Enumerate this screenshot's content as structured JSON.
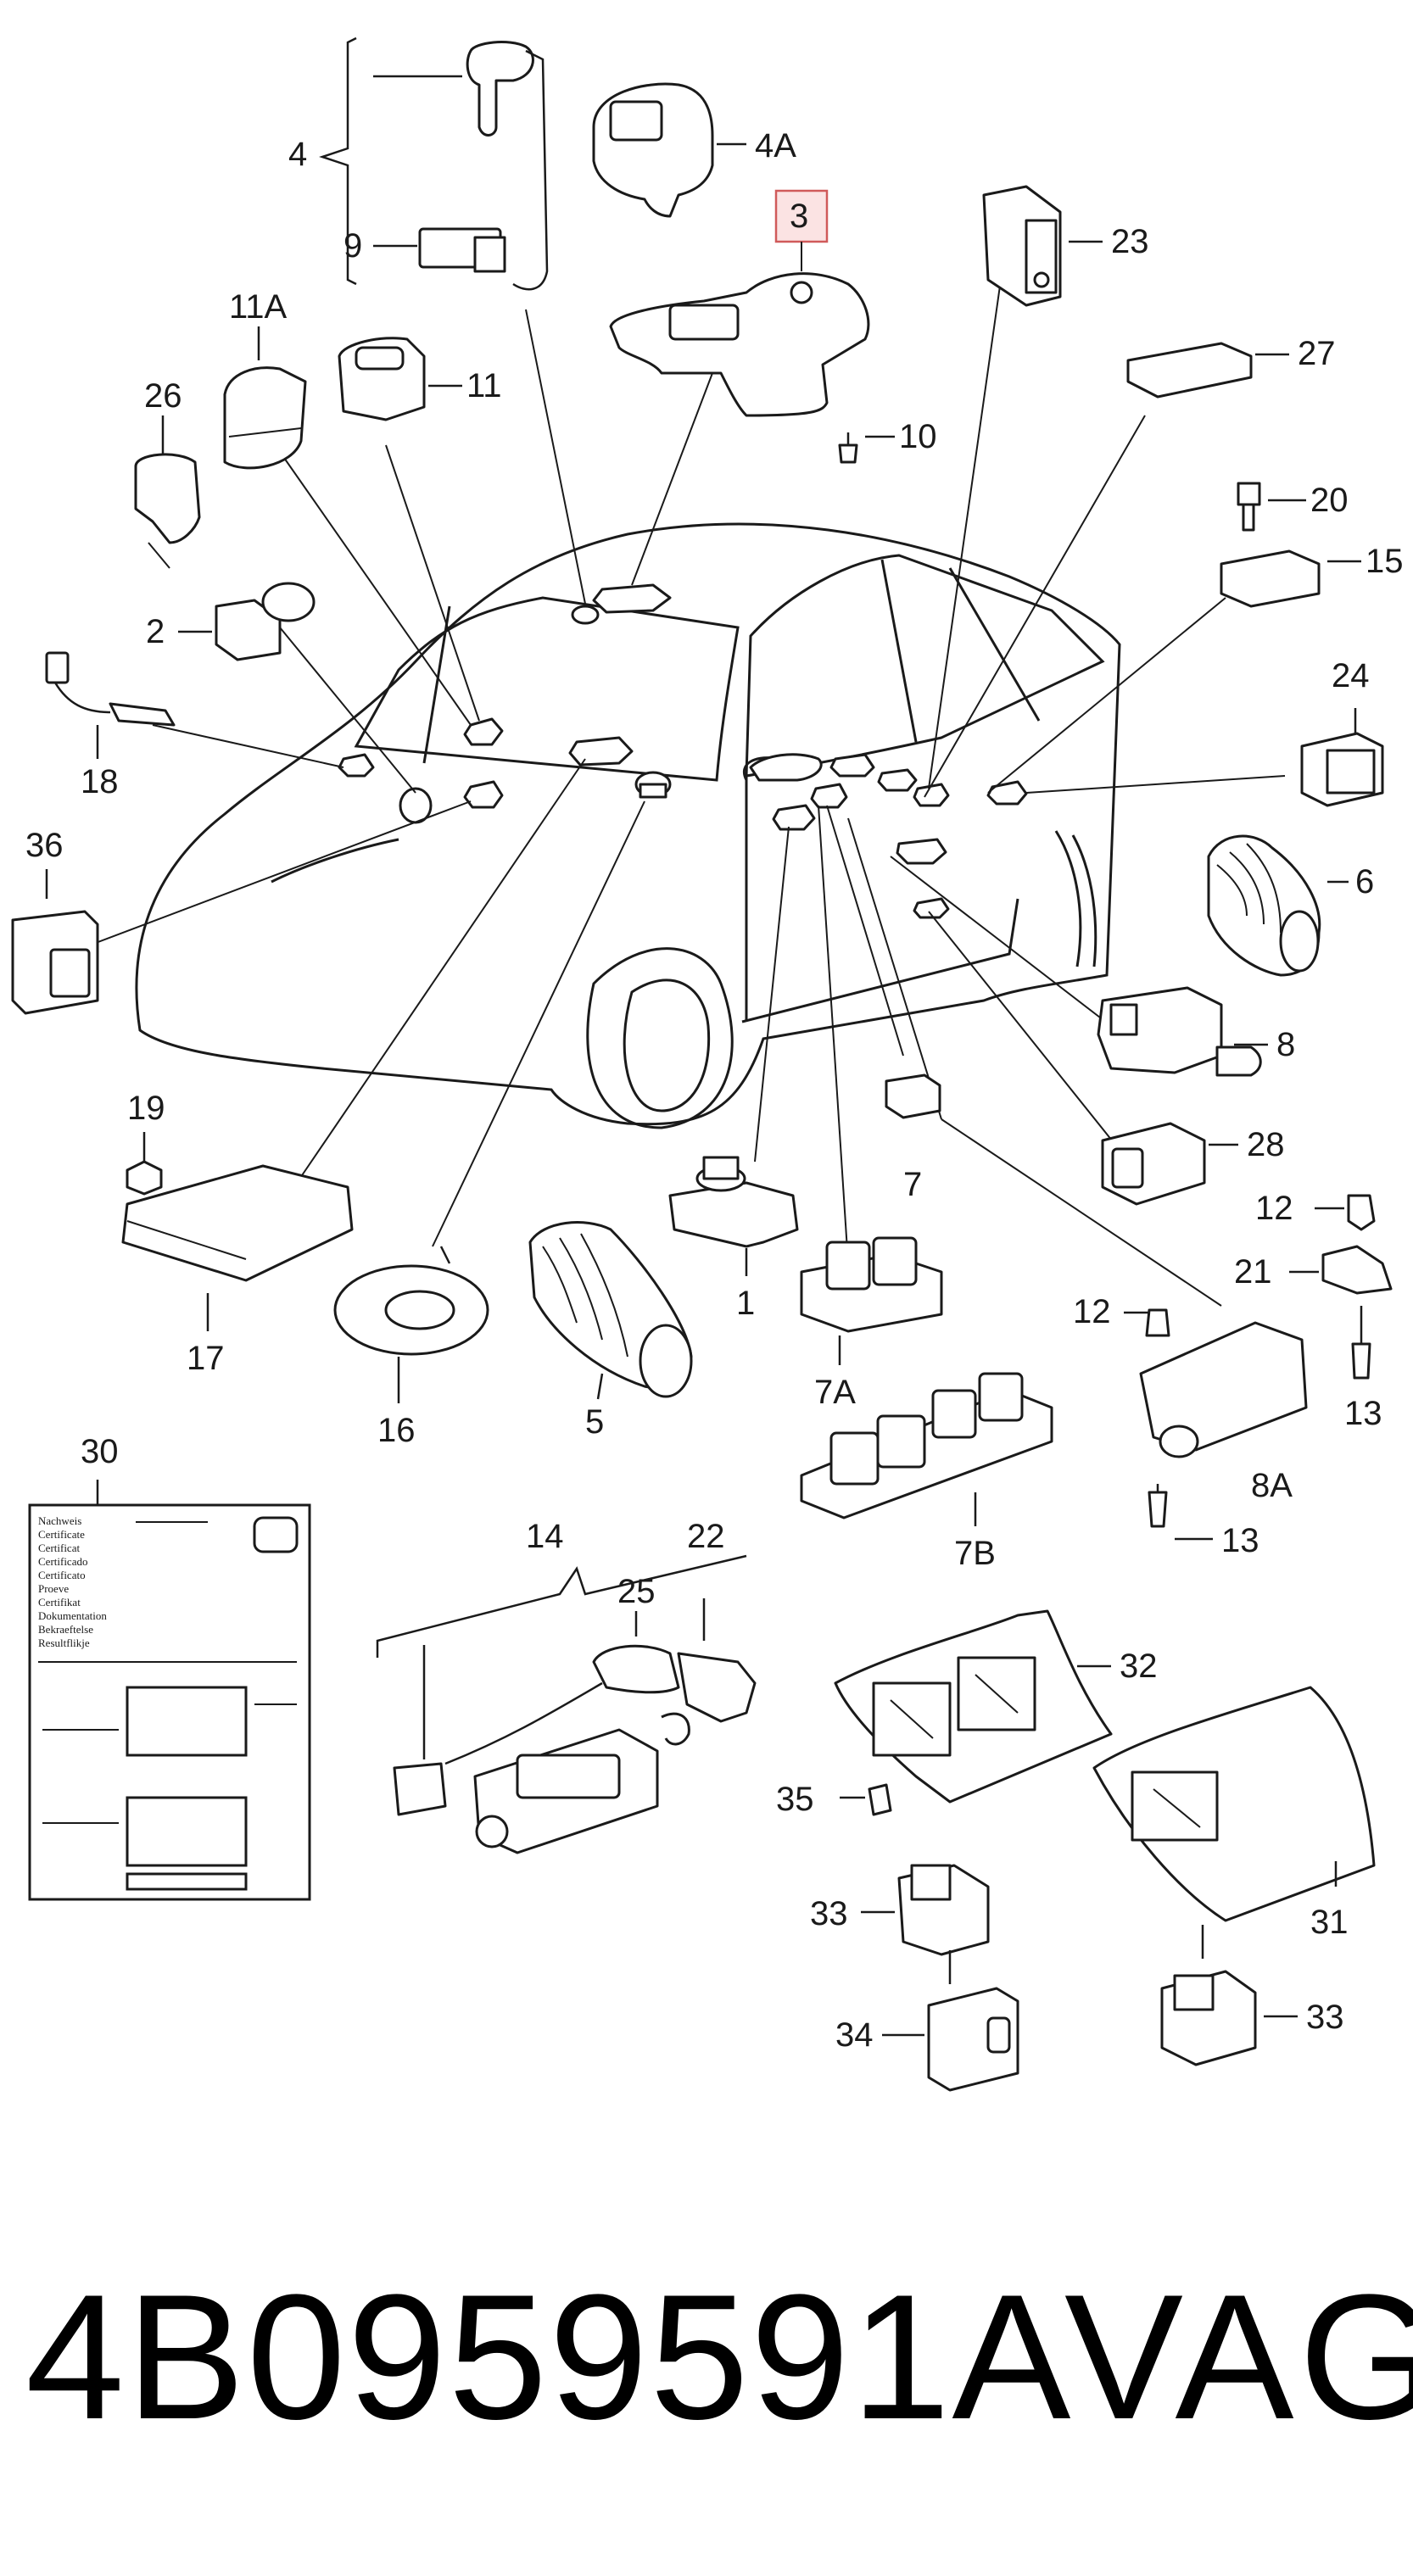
{
  "callouts": {
    "c1": "1",
    "c2": "2",
    "c3": "3",
    "c4": "4",
    "c4A": "4A",
    "c5": "5",
    "c6": "6",
    "c7": "7",
    "c7A": "7A",
    "c7B": "7B",
    "c8": "8",
    "c8A": "8A",
    "c9": "9",
    "c10": "10",
    "c11": "11",
    "c11A": "11A",
    "c12a": "12",
    "c12b": "12",
    "c13a": "13",
    "c13b": "13",
    "c14": "14",
    "c15": "15",
    "c16": "16",
    "c17": "17",
    "c18": "18",
    "c19": "19",
    "c20": "20",
    "c21": "21",
    "c22": "22",
    "c23": "23",
    "c24": "24",
    "c25": "25",
    "c26": "26",
    "c27": "27",
    "c28": "28",
    "c30": "30",
    "c31": "31",
    "c32": "32",
    "c33a": "33",
    "c33b": "33",
    "c34": "34",
    "c35": "35",
    "c36": "36"
  },
  "document_lines": [
    "Nachweis",
    "Certificate",
    "Certificat",
    "Certificado",
    "Certificato",
    "Proeve",
    "Certifikat",
    "Dokumentation",
    "Bekraeftelse",
    "Resultflikje"
  ],
  "footer": {
    "part_number": "4B0959591A",
    "brand": "VAG"
  },
  "colors": {
    "highlight_fill": "#fbe3e3",
    "highlight_stroke": "#d05a5a"
  }
}
